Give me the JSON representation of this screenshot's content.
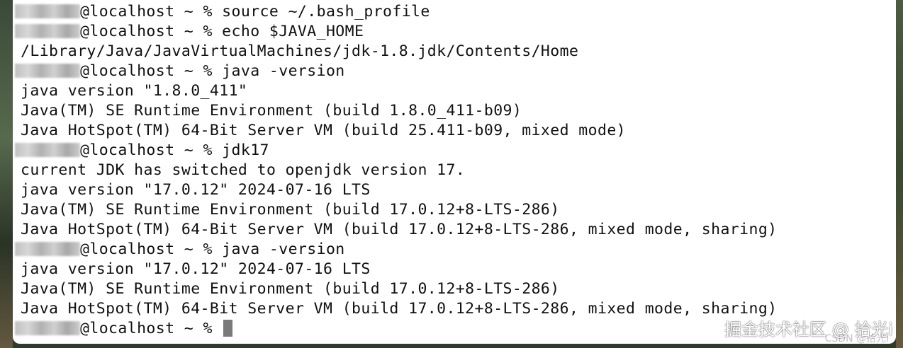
{
  "terminal": {
    "lines": [
      {
        "user": true,
        "text": "@localhost ~ % source ~/.bash_profile"
      },
      {
        "user": true,
        "text": "@localhost ~ % echo $JAVA_HOME"
      },
      {
        "user": false,
        "text": "/Library/Java/JavaVirtualMachines/jdk-1.8.jdk/Contents/Home"
      },
      {
        "user": true,
        "text": "@localhost ~ % java -version"
      },
      {
        "user": false,
        "text": "java version \"1.8.0_411\""
      },
      {
        "user": false,
        "text": "Java(TM) SE Runtime Environment (build 1.8.0_411-b09)"
      },
      {
        "user": false,
        "text": "Java HotSpot(TM) 64-Bit Server VM (build 25.411-b09, mixed mode)"
      },
      {
        "user": true,
        "text": "@localhost ~ % jdk17"
      },
      {
        "user": false,
        "text": "current JDK has switched to openjdk version 17."
      },
      {
        "user": false,
        "text": "java version \"17.0.12\" 2024-07-16 LTS"
      },
      {
        "user": false,
        "text": "Java(TM) SE Runtime Environment (build 17.0.12+8-LTS-286)"
      },
      {
        "user": false,
        "text": "Java HotSpot(TM) 64-Bit Server VM (build 17.0.12+8-LTS-286, mixed mode, sharing)"
      },
      {
        "user": true,
        "text": "@localhost ~ % java -version"
      },
      {
        "user": false,
        "text": "java version \"17.0.12\" 2024-07-16 LTS"
      },
      {
        "user": false,
        "text": "Java(TM) SE Runtime Environment (build 17.0.12+8-LTS-286)"
      },
      {
        "user": false,
        "text": "Java HotSpot(TM) 64-Bit Server VM (build 17.0.12+8-LTS-286, mixed mode, sharing)"
      },
      {
        "user": true,
        "text": "@localhost ~ % ",
        "cursor": true
      }
    ]
  },
  "watermark": {
    "main": "掘金技术社区 @ 拾光i",
    "sub": "CSDN @拾光i"
  }
}
